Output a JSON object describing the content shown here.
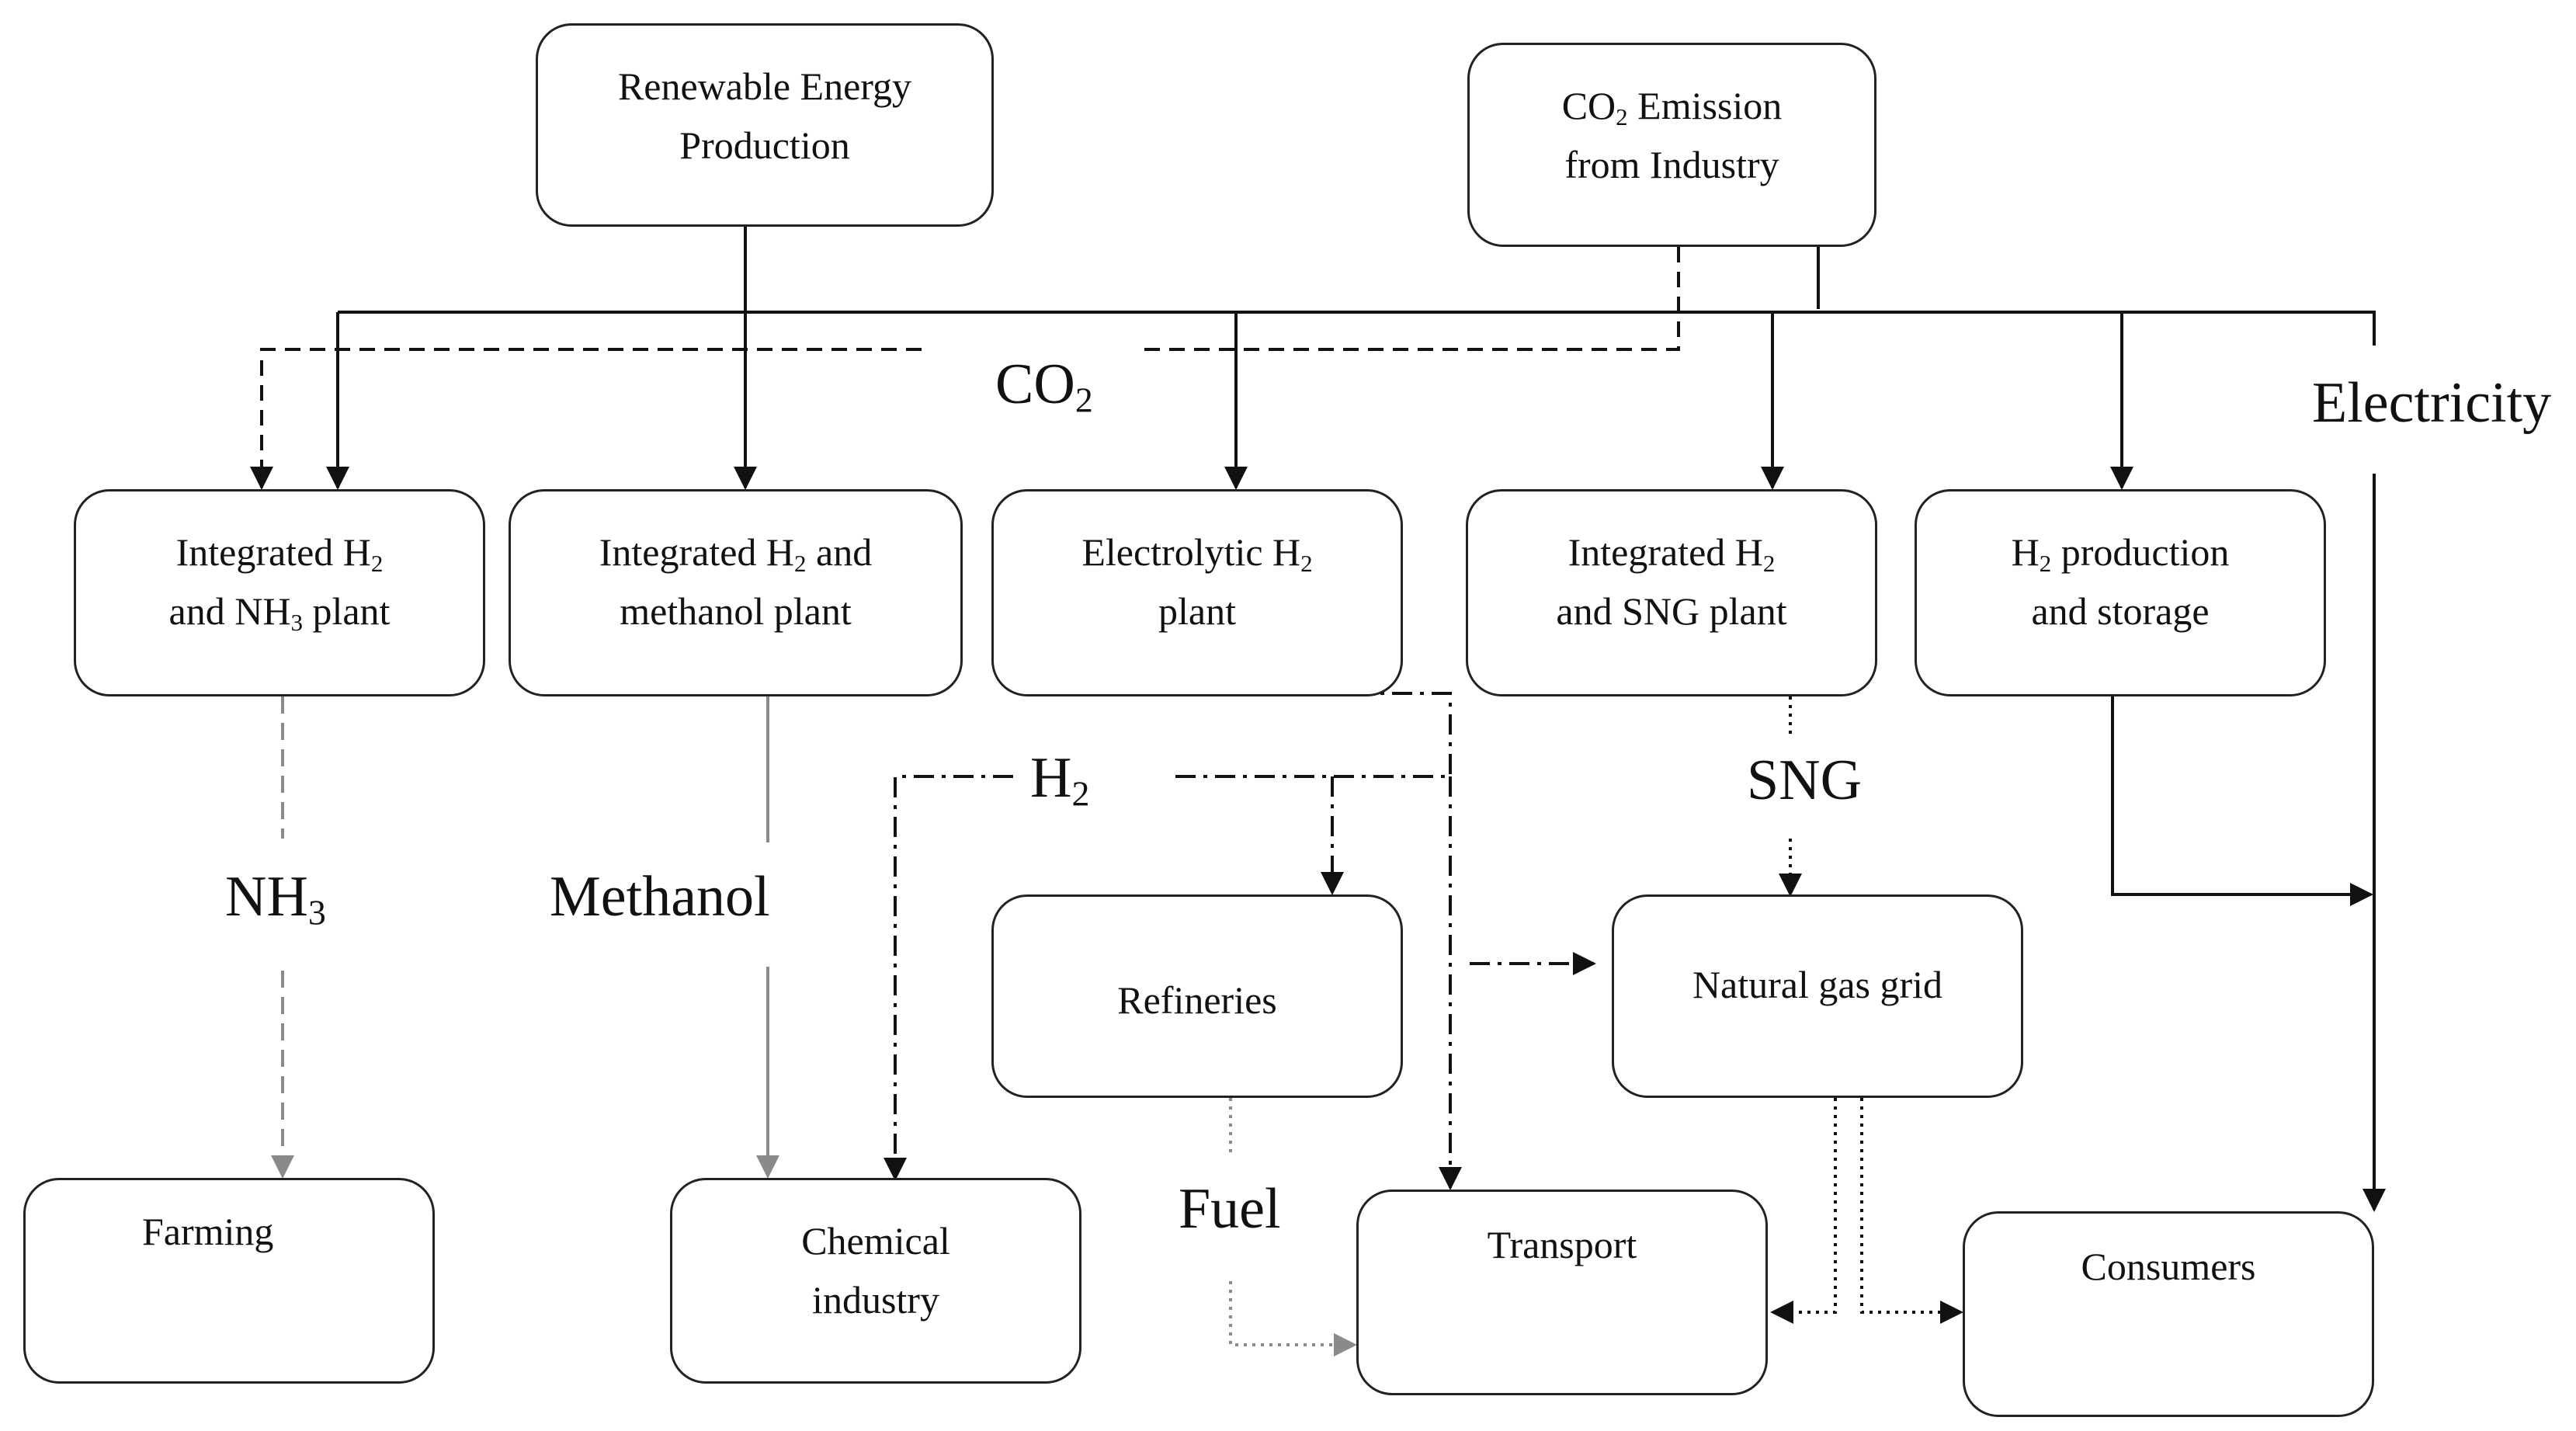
{
  "nodes": {
    "renewable": {
      "l1": "Renewable Energy",
      "l2": "Production"
    },
    "co2_emission": {
      "l1": "CO",
      "l1_sub": "2",
      "l1_post": " Emission",
      "l2": "from Industry"
    },
    "h2_nh3": {
      "l1": "Integrated H",
      "l1_sub": "2",
      "l2": "and NH",
      "l2_sub": "3",
      "l2_post": " plant"
    },
    "h2_methanol": {
      "l1": "Integrated H",
      "l1_sub": "2",
      "l1_post": " and",
      "l2": "methanol plant"
    },
    "electrolytic": {
      "l1": "Electrolytic H",
      "l1_sub": "2",
      "l2": "plant"
    },
    "h2_sng": {
      "l1": "Integrated H",
      "l1_sub": "2",
      "l2": "and SNG plant"
    },
    "h2_storage": {
      "l1": "H",
      "l1_sub": "2",
      "l1_post": " production",
      "l2": "and storage"
    },
    "refineries": {
      "l1": "Refineries"
    },
    "gas_grid": {
      "l1": "Natural gas grid"
    },
    "farming": {
      "l1": "Farming"
    },
    "chemical": {
      "l1": "Chemical",
      "l2": "industry"
    },
    "transport": {
      "l1": "Transport"
    },
    "consumers": {
      "l1": "Consumers"
    }
  },
  "labels": {
    "co2": {
      "text": "CO",
      "sub": "2"
    },
    "h2": {
      "text": "H",
      "sub": "2"
    },
    "electricity": "Electricity",
    "nh3": {
      "text": "NH",
      "sub": "3"
    },
    "methanol": "Methanol",
    "sng": "SNG",
    "fuel": "Fuel"
  },
  "colors": {
    "stroke": "#111111",
    "stroke_gray": "#8a8a8a",
    "box_border": "#222222"
  }
}
